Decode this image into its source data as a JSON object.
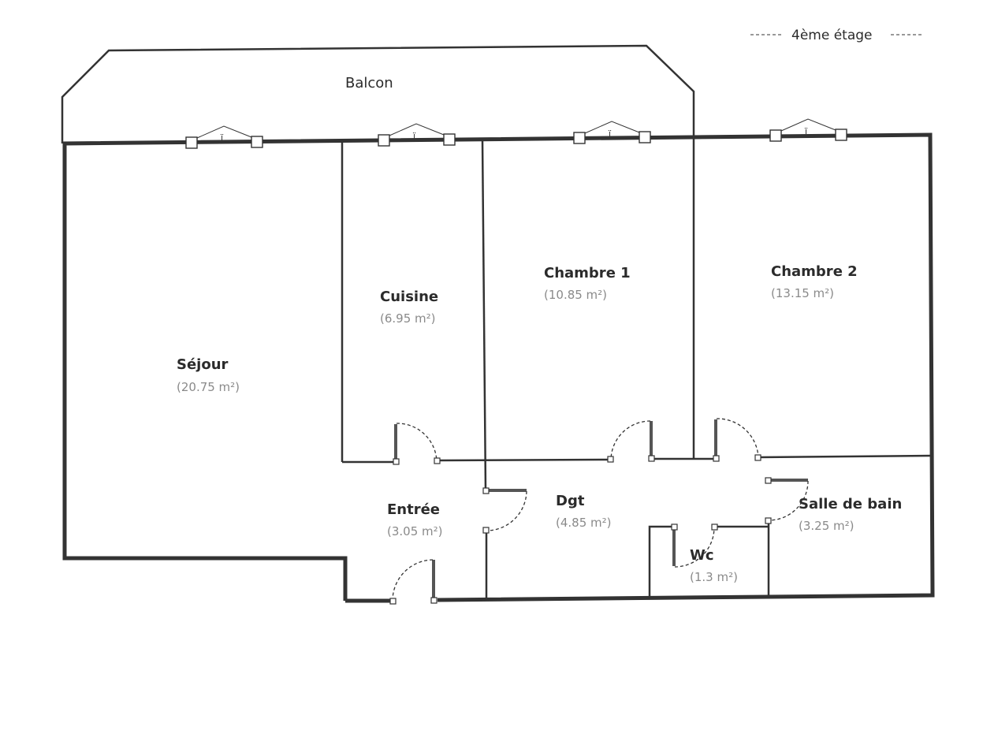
{
  "floor": {
    "label": "4ème étage"
  },
  "balcony": {
    "label": "Balcon"
  },
  "rooms": [
    {
      "id": "sejour",
      "name": "Séjour",
      "area": "(20.75 m²)"
    },
    {
      "id": "cuisine",
      "name": "Cuisine",
      "area": "(6.95 m²)"
    },
    {
      "id": "chambre1",
      "name": "Chambre 1",
      "area": "(10.85 m²)"
    },
    {
      "id": "chambre2",
      "name": "Chambre 2",
      "area": "(13.15 m²)"
    },
    {
      "id": "entree",
      "name": "Entrée",
      "area": "(3.05 m²)"
    },
    {
      "id": "dgt",
      "name": "Dgt",
      "area": "(4.85 m²)"
    },
    {
      "id": "sdb",
      "name": "Salle de bain",
      "area": "(3.25 m²)"
    },
    {
      "id": "wc",
      "name": "Wc",
      "area": "(1.3 m²)"
    }
  ],
  "colors": {
    "wall": "#333333",
    "label": "#2b2b2b",
    "area": "#8a8a8a"
  }
}
